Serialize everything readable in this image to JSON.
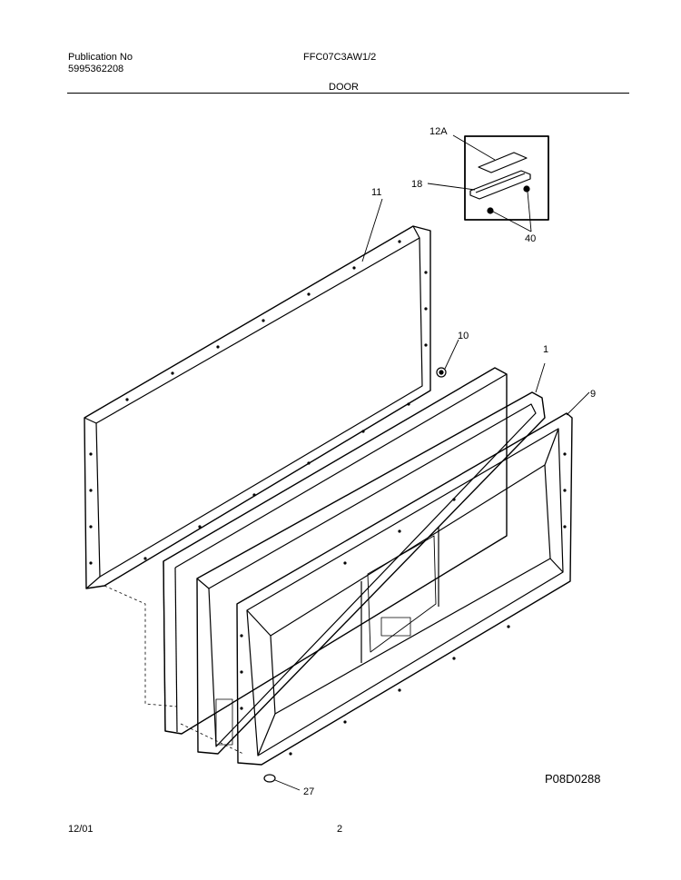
{
  "header": {
    "publication_label": "Publication No",
    "publication_number": "5995362208",
    "model": "FFC07C3AW1/2",
    "section": "DOOR"
  },
  "callouts": {
    "c12a": "12A",
    "c18": "18",
    "c40": "40",
    "c11": "11",
    "c10": "10",
    "c1": "1",
    "c9": "9",
    "c27": "27"
  },
  "diagram_code": "P08D0288",
  "footer": {
    "date": "12/01",
    "page": "2"
  }
}
